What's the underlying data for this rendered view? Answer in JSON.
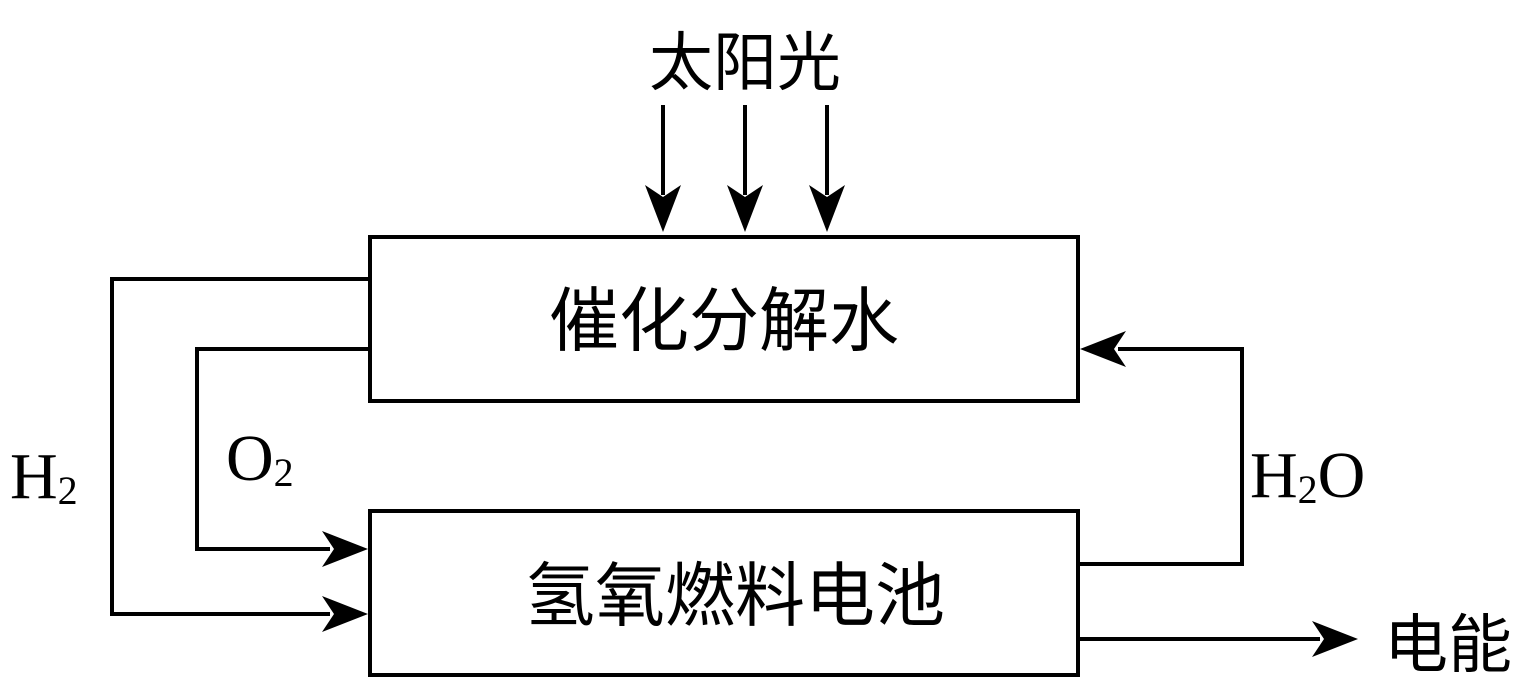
{
  "sunlight_label": "太阳光",
  "top_box_label": "催化分解水",
  "bottom_box_label": "氢氧燃料电池",
  "h2_label": {
    "base": "H",
    "sub": "2"
  },
  "o2_label": {
    "base": "O",
    "sub": "2"
  },
  "h2o_label": {
    "base": "H",
    "sub": "2",
    "tail": "O"
  },
  "output_label": "电能"
}
